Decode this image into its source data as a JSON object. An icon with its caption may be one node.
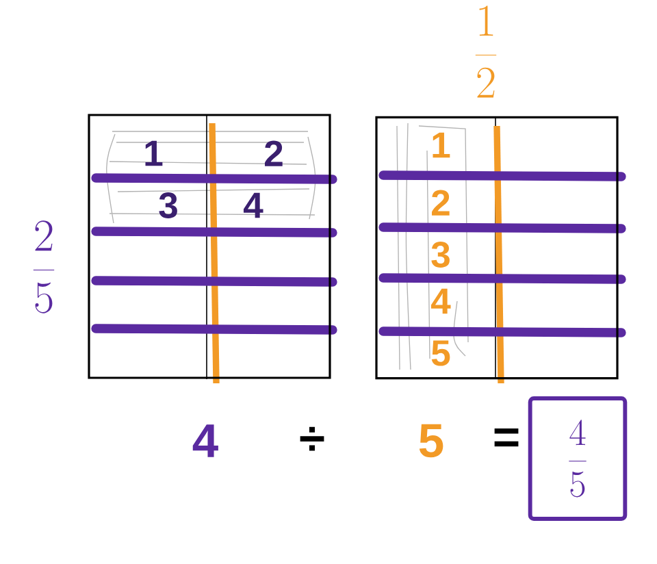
{
  "diagram": {
    "nodes": [
      {
        "text": [
          "1",
          "2",
          "3",
          "4"
        ]
      },
      {
        "text": [
          "1",
          "2",
          "3",
          "4",
          "5"
        ]
      },
      {
        "text": [
          "\\frac{4}{5}"
        ]
      }
    ],
    "labels": [
      "\\frac{1}{2}",
      "\\frac{2}{5}",
      "4",
      "÷",
      "5",
      "="
    ]
  }
}
